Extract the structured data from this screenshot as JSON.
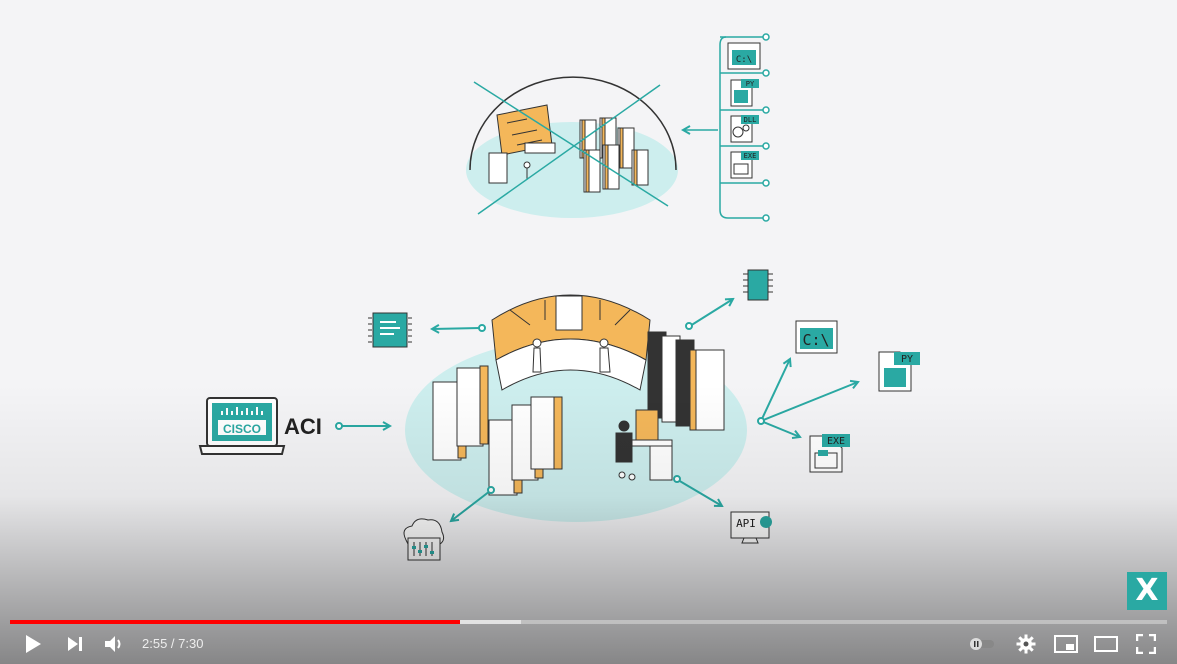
{
  "diagram": {
    "aci_label": "ACI",
    "cisco_label": "CISCO",
    "cmd_label": "C:\\",
    "py_label": "PY",
    "dll_label": "DLL",
    "exe_label": "EXE",
    "api_label": "API"
  },
  "player": {
    "current_time": "2:55",
    "separator": " / ",
    "duration": "7:30",
    "progress": 0.389,
    "buffered": 0.442,
    "logo_text": "X"
  },
  "colors": {
    "teal": "#2aa9a3",
    "orange": "#f4b75a",
    "ellipse": "#cdeeee",
    "progress_red": "#ff0000"
  }
}
